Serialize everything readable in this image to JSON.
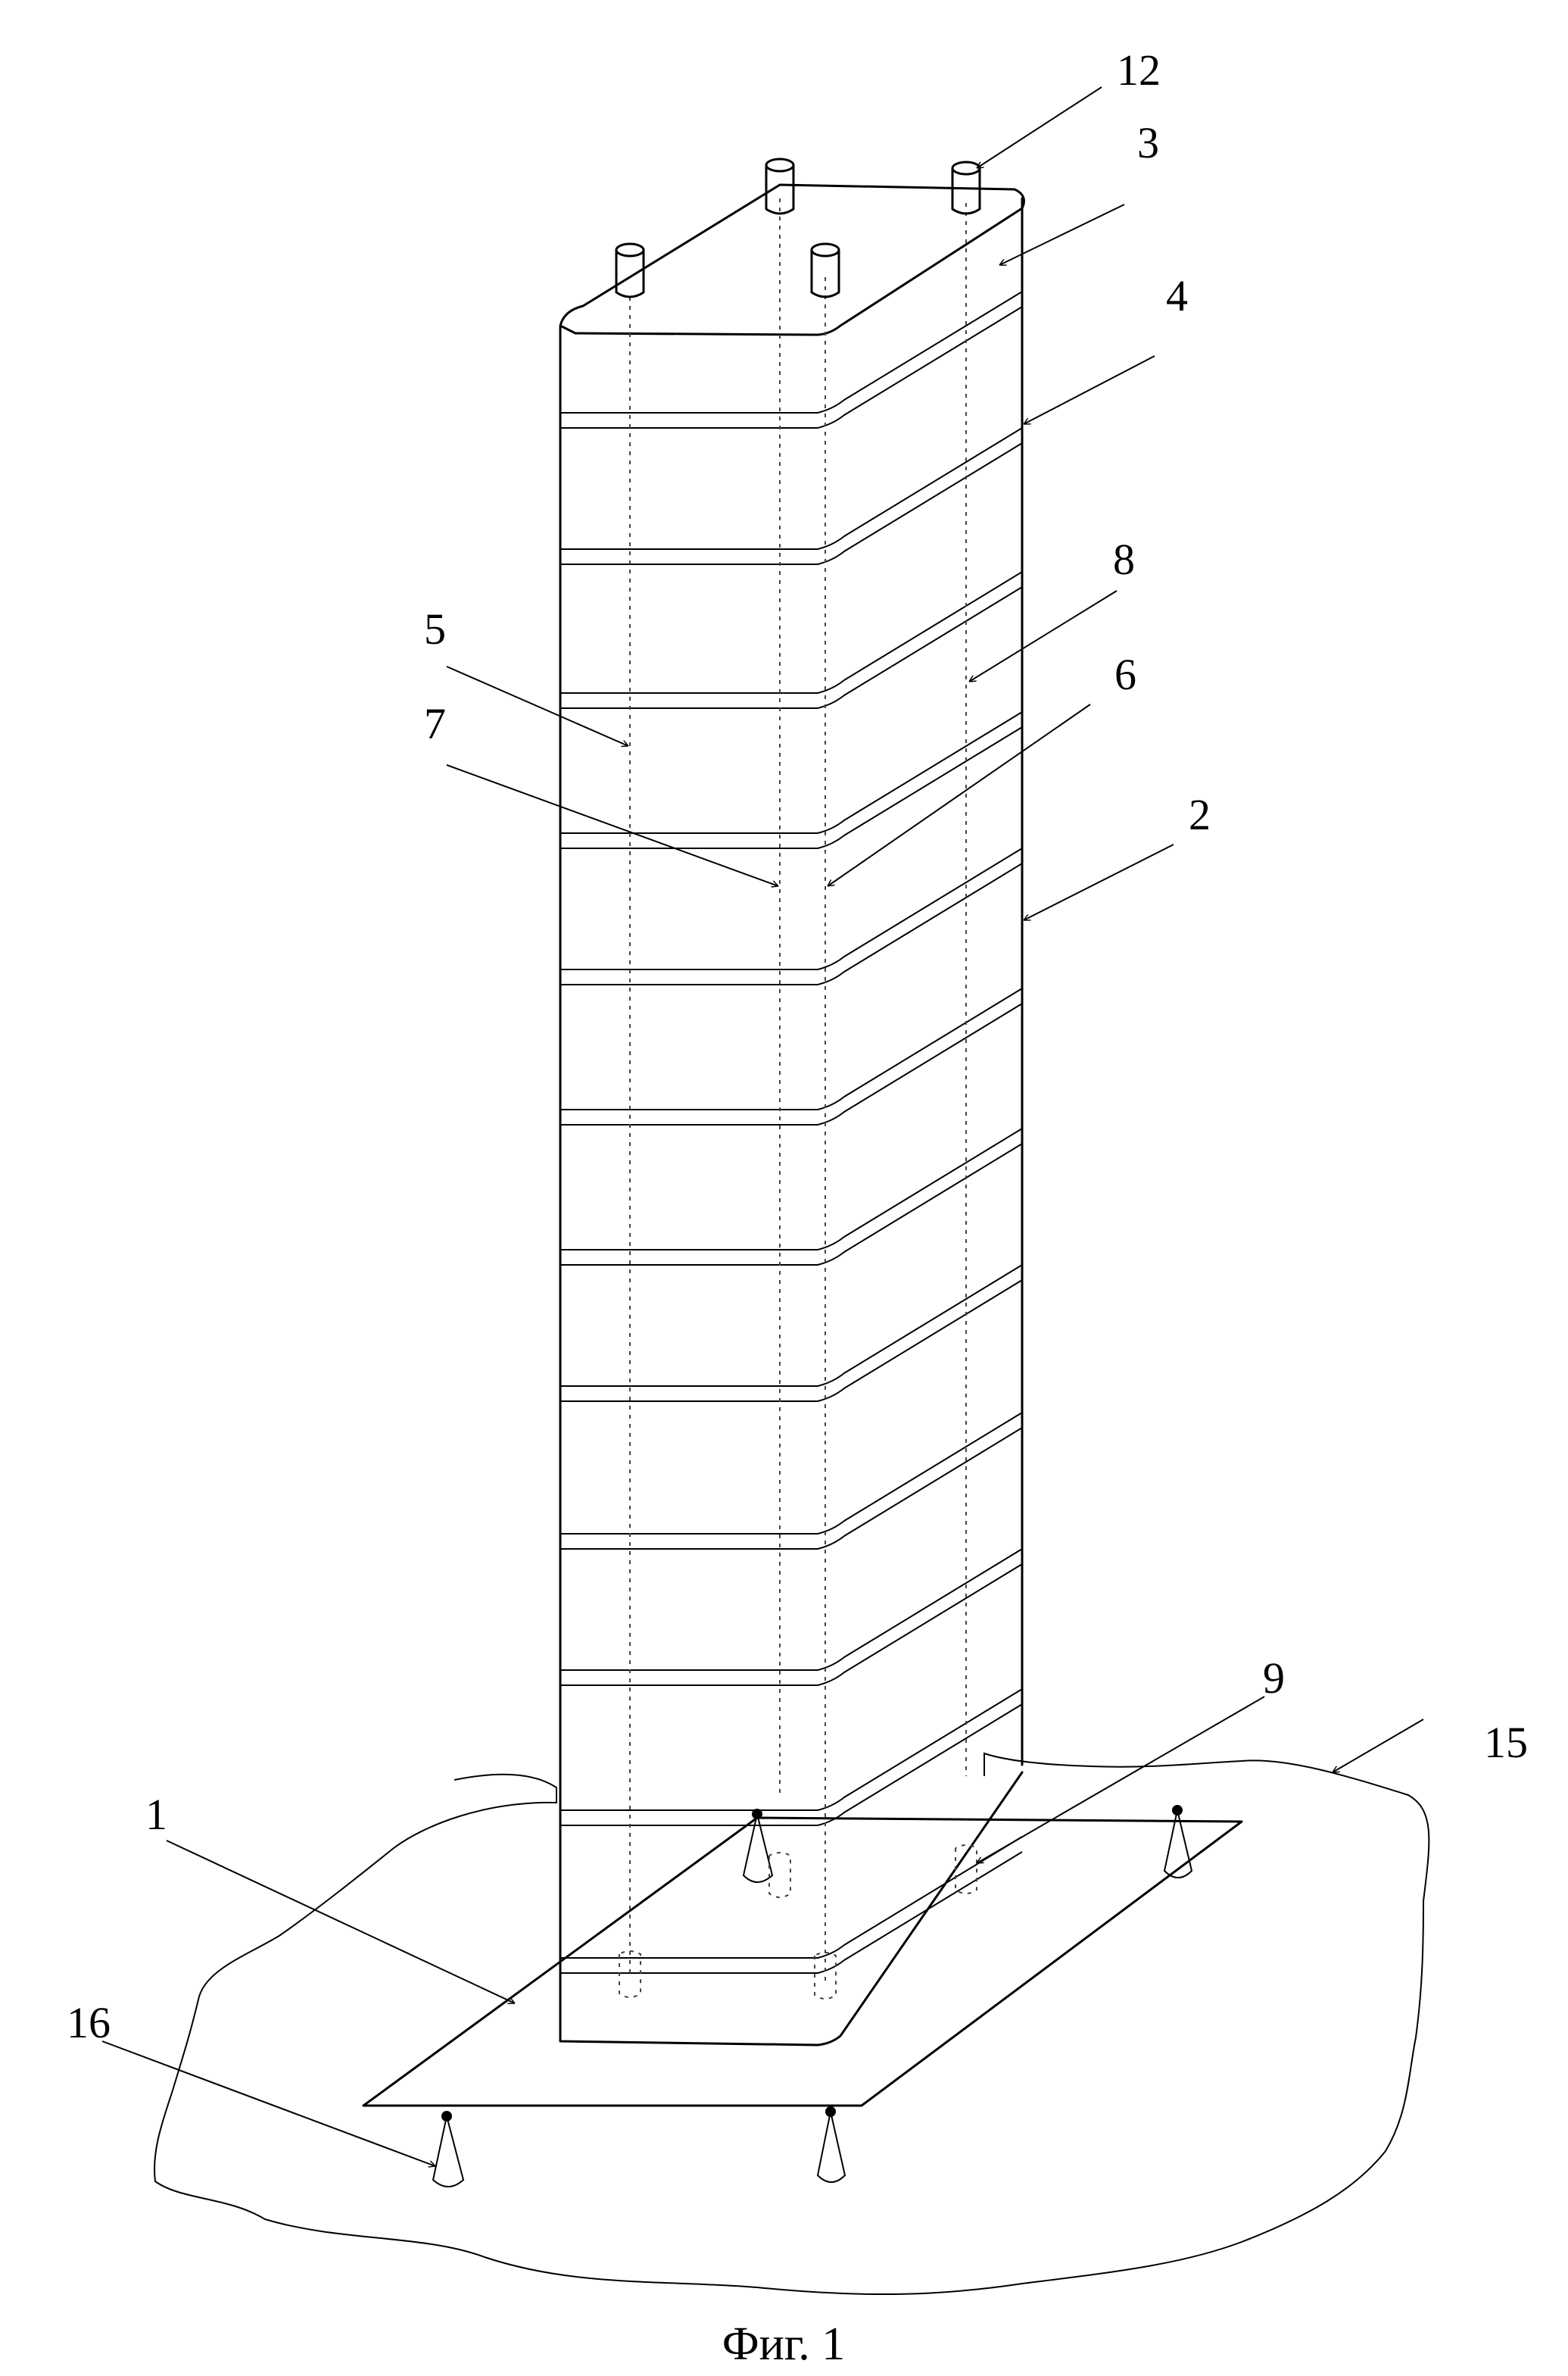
{
  "labels": {
    "l1": "1",
    "l2": "2",
    "l3": "3",
    "l4": "4",
    "l5": "5",
    "l6": "6",
    "l7": "7",
    "l8": "8",
    "l9": "9",
    "l12": "12",
    "l15": "15",
    "l16": "16"
  },
  "caption": "Фиг. 1"
}
